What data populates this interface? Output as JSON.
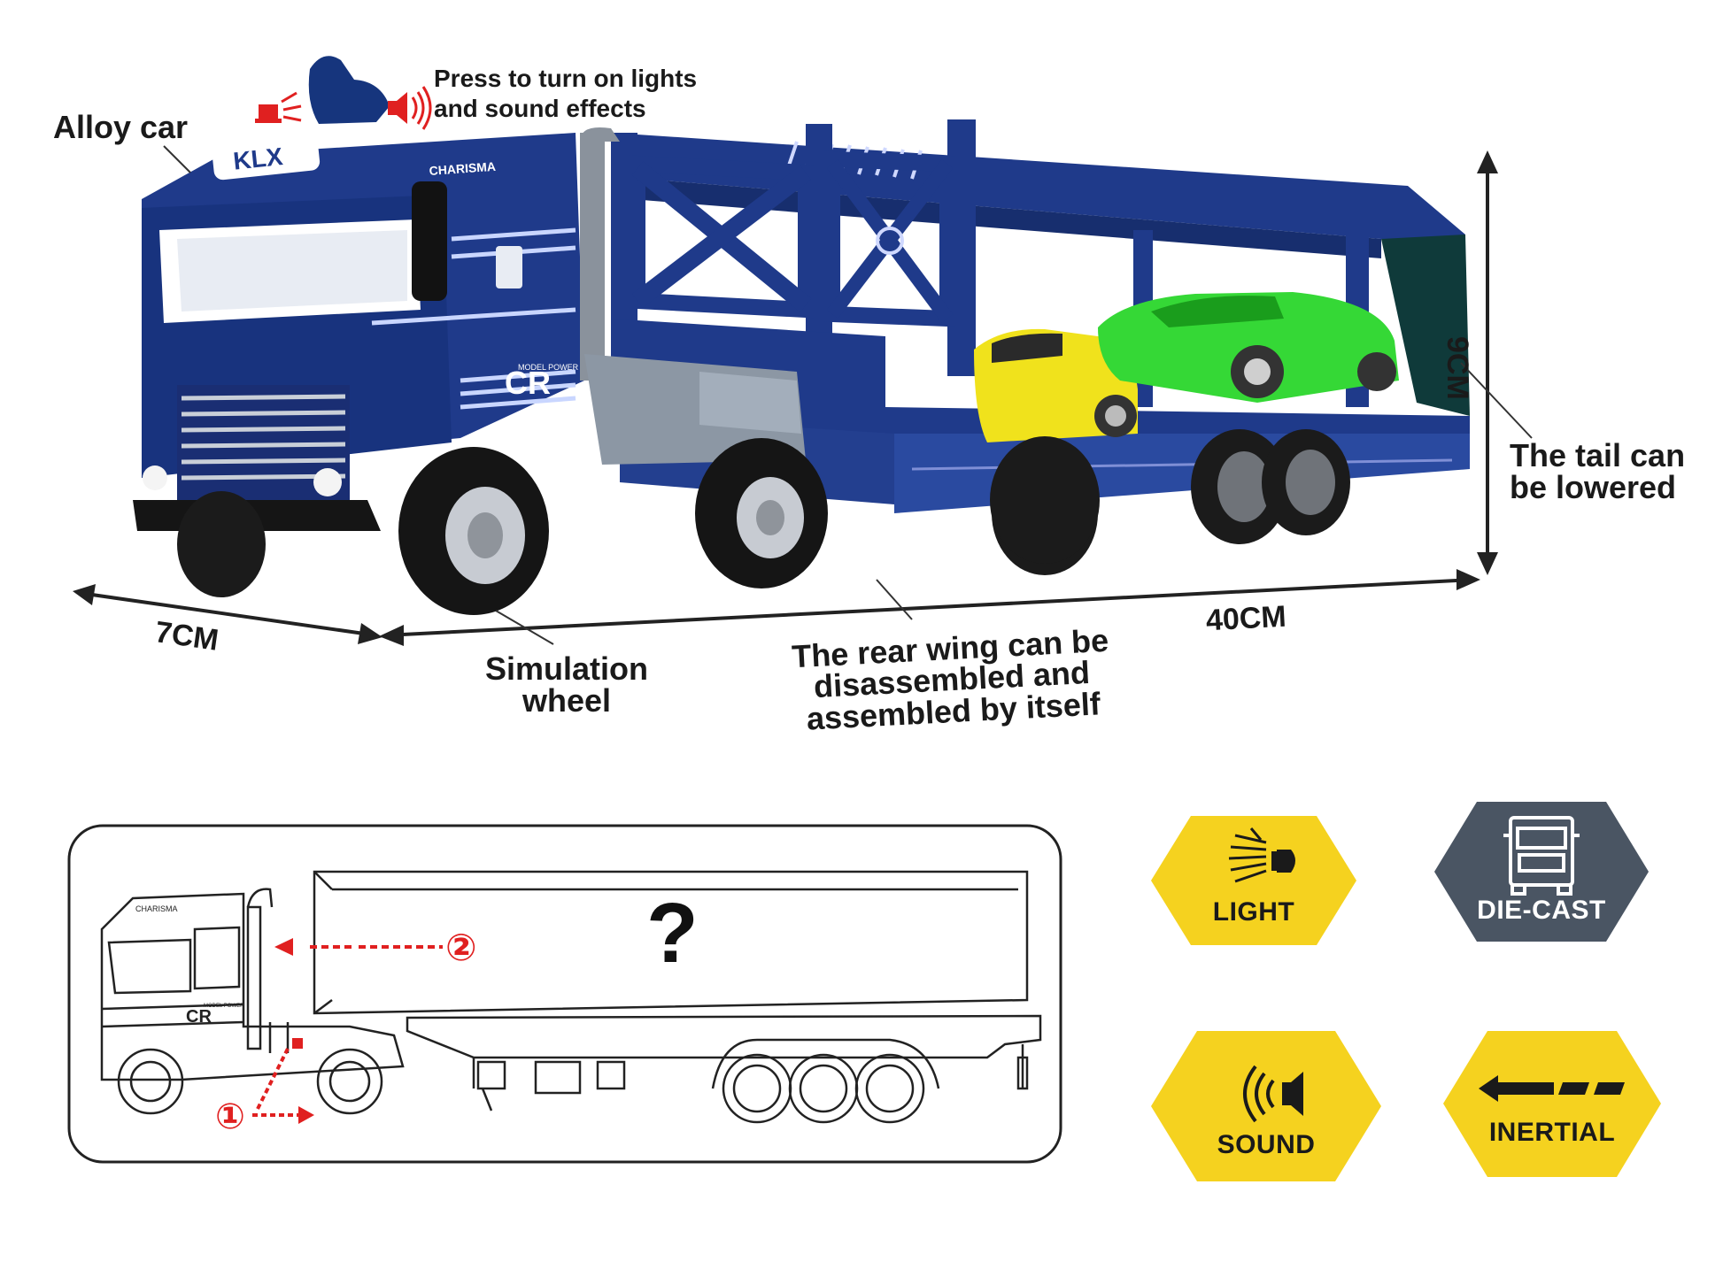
{
  "labels": {
    "alloy_car": "Alloy car",
    "press_line1": "Press to turn on lights",
    "press_line2": "and sound effects",
    "tail_line1": "The tail can",
    "tail_line2": "be lowered",
    "simulation_line1": "Simulation",
    "simulation_line2": "wheel",
    "rear_line1": "The rear wing can be",
    "rear_line2": "disassembled and",
    "rear_line3": "assembled by itself"
  },
  "dimensions": {
    "width": "7CM",
    "length": "40CM",
    "height": "9CM"
  },
  "truck": {
    "logo": "KLX",
    "brand_side": "CHARISMA",
    "emblem": "CR",
    "emblem_small": "MODEL POWER"
  },
  "diagram": {
    "question": "?",
    "step1": "①",
    "step2": "②",
    "brand_side": "CHARISMA",
    "emblem": "CR",
    "emblem_small": "MODEL POWER"
  },
  "badges": {
    "light": "LIGHT",
    "die_cast": "DIE-CAST",
    "sound": "SOUND",
    "inertial": "INERTIAL"
  },
  "colors": {
    "truck_blue": "#1f3a8a",
    "badge_yellow": "#f5d21f",
    "badge_gray": "#4a5563",
    "car_yellow": "#f0e21c",
    "car_green": "#35d836",
    "accent_red": "#e02020"
  }
}
